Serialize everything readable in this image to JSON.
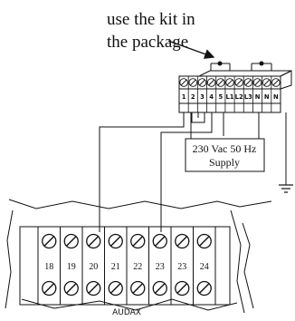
{
  "note": {
    "line1": "use the kit in",
    "line2": "the package"
  },
  "top_strip": {
    "labels": [
      "1",
      "2",
      "3",
      "4",
      "5",
      "L1",
      "L2",
      "L3",
      "N",
      "N",
      "N"
    ]
  },
  "supply": {
    "line1": "230 Vac 50 Hz",
    "line2": "Supply"
  },
  "bottom_strip": {
    "labels": [
      "18",
      "19",
      "20",
      "21",
      "22",
      "23",
      "23",
      "24"
    ],
    "brand": "AUDAX"
  }
}
